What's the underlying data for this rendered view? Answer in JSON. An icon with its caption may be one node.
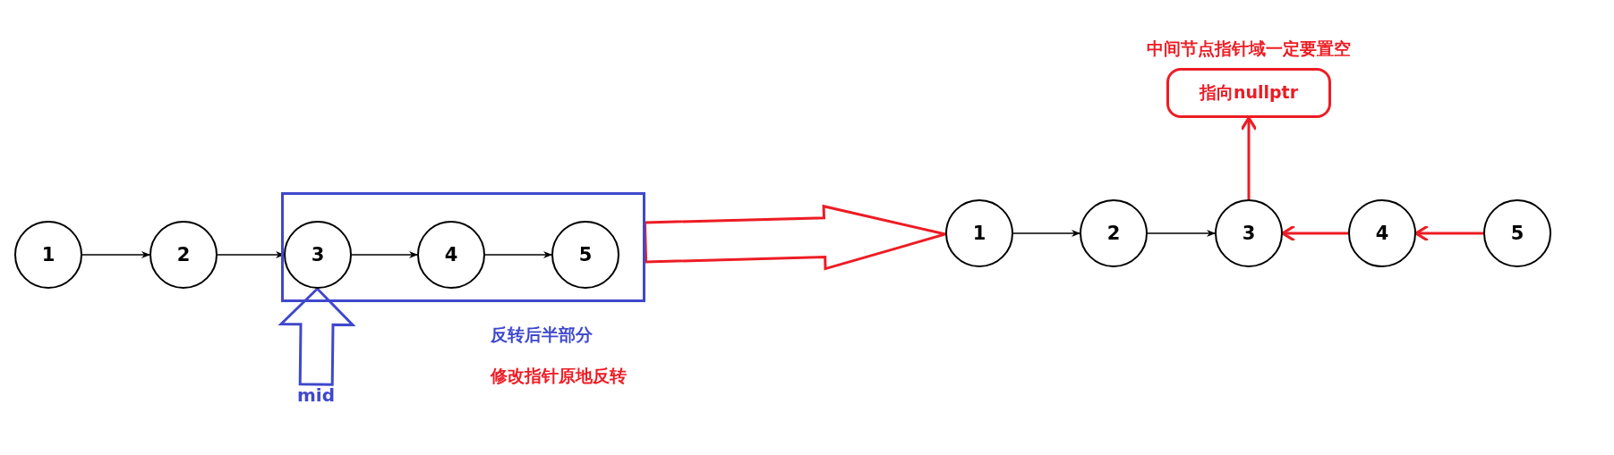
{
  "diagram": {
    "nodes": [
      {
        "text": [
          "1"
        ]
      },
      {
        "text": [
          "2"
        ]
      },
      {
        "text": [],
        "shape": "box",
        "beside": [
          "反转后半部分",
          "修改指针原地反转"
        ]
      },
      {
        "text": [
          "3"
        ],
        "in": 2
      },
      {
        "text": [
          "4"
        ],
        "in": 2
      },
      {
        "text": [
          "5"
        ],
        "in": 2
      },
      {
        "text": [
          "mid"
        ]
      },
      {
        "text": [
          "1"
        ]
      },
      {
        "text": [
          "2"
        ]
      },
      {
        "text": [
          "3"
        ]
      },
      {
        "text": [
          "4"
        ]
      },
      {
        "text": [
          "5"
        ]
      },
      {
        "text": [
          "中间节点指针域一定要置空",
          "指向nullptr"
        ]
      }
    ],
    "edges": [
      {
        "from": 0,
        "to": 1,
        "arrow": "to"
      },
      {
        "from": 1,
        "to": 3,
        "arrow": "to"
      },
      {
        "from": 3,
        "to": 4,
        "arrow": "to"
      },
      {
        "from": 4,
        "to": 5,
        "arrow": "to"
      },
      {
        "from": 6,
        "to": 3,
        "arrow": "to",
        "color": "#3f48cc"
      },
      {
        "from": 2,
        "to": 7,
        "arrow": "to",
        "color": "#ed1c24"
      },
      {
        "from": 7,
        "to": 8,
        "arrow": "to"
      },
      {
        "from": 8,
        "to": 9,
        "arrow": "to"
      },
      {
        "from": 10,
        "to": 9,
        "arrow": "to",
        "color": "#ed1c24"
      },
      {
        "from": 11,
        "to": 10,
        "arrow": "to",
        "color": "#ed1c24"
      },
      {
        "from": 9,
        "to": 12,
        "arrow": "to",
        "color": "#ed1c24"
      }
    ]
  }
}
